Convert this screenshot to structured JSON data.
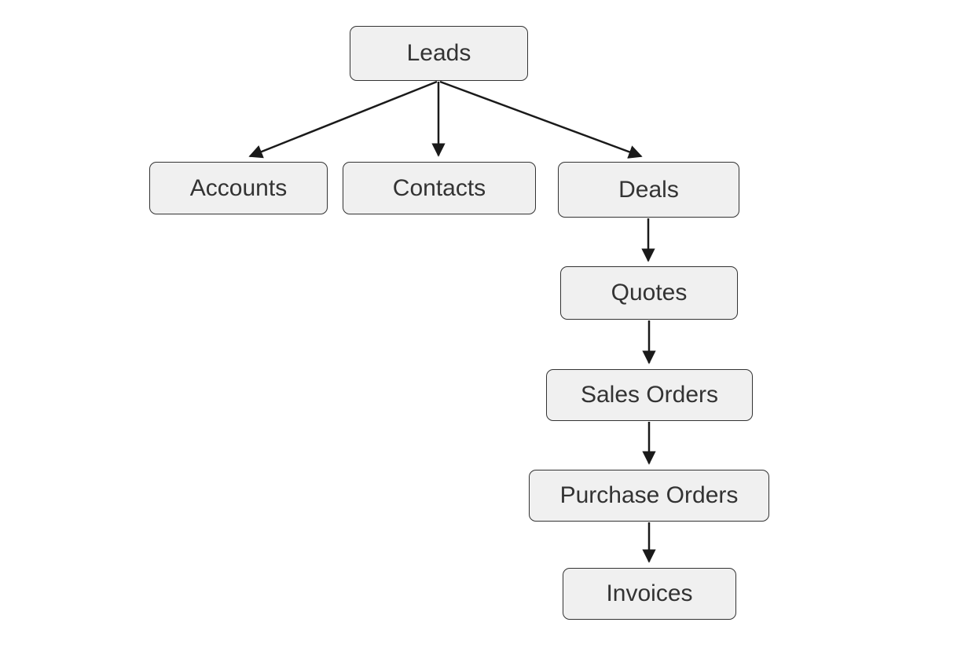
{
  "diagram": {
    "type": "flowchart",
    "direction": "top-down",
    "nodes": [
      {
        "id": "leads",
        "label": "Leads"
      },
      {
        "id": "accounts",
        "label": "Accounts"
      },
      {
        "id": "contacts",
        "label": "Contacts"
      },
      {
        "id": "deals",
        "label": "Deals"
      },
      {
        "id": "quotes",
        "label": "Quotes"
      },
      {
        "id": "sales_orders",
        "label": "Sales Orders"
      },
      {
        "id": "purchase_orders",
        "label": "Purchase Orders"
      },
      {
        "id": "invoices",
        "label": "Invoices"
      }
    ],
    "edges": [
      {
        "from": "Leads",
        "to": "Accounts"
      },
      {
        "from": "Leads",
        "to": "Contacts"
      },
      {
        "from": "Leads",
        "to": "Deals"
      },
      {
        "from": "Deals",
        "to": "Quotes"
      },
      {
        "from": "Quotes",
        "to": "Sales Orders"
      },
      {
        "from": "Sales Orders",
        "to": "Purchase Orders"
      },
      {
        "from": "Purchase Orders",
        "to": "Invoices"
      }
    ],
    "colors": {
      "node_fill": "#f0f0f0",
      "node_border": "#333333",
      "edge": "#1a1a1a",
      "text": "#333333",
      "background": "#ffffff"
    }
  }
}
